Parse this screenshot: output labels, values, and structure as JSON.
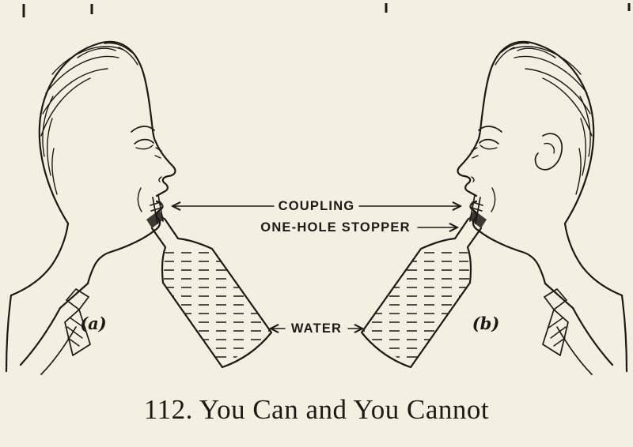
{
  "figure": {
    "type": "book-illustration-diagram",
    "caption": "112. You Can and You Cannot",
    "labels": {
      "coupling": "COUPLING",
      "one_hole_stopper": "ONE-HOLE STOPPER",
      "water": "WATER",
      "sub_a": "(a)",
      "sub_b": "(b)"
    },
    "colors": {
      "paper": "#f4efe1",
      "ink": "#1b1a17"
    }
  }
}
